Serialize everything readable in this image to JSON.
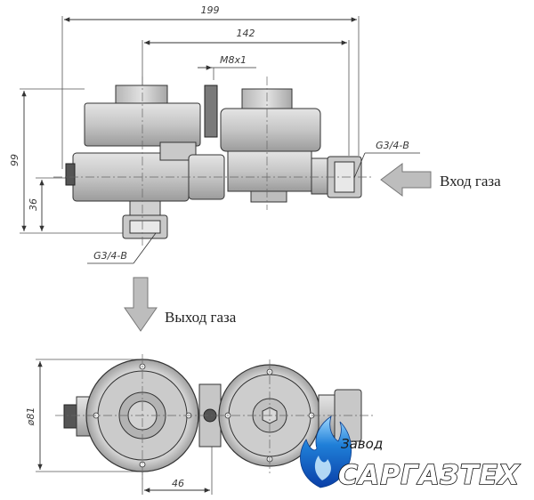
{
  "dimensions": {
    "overall_length": "199",
    "center_distance": "142",
    "thread": "M8x1",
    "height_total": "99",
    "height_outlet": "36",
    "diameter": "ø81",
    "offset": "46"
  },
  "connections": {
    "inlet_thread": "G3/4-B",
    "outlet_thread": "G3/4-B"
  },
  "labels": {
    "gas_inlet": "Вход газа",
    "gas_outlet": "Выход газа"
  },
  "brand": {
    "prefix": "Завод",
    "name": "САРГАЗТЕХ"
  },
  "colors": {
    "body": "#cfcfcf",
    "body_dark": "#a9a9a9",
    "outline": "#333333",
    "arrow": "#9a9a9a",
    "flame_blue": "#1f7fd8"
  }
}
